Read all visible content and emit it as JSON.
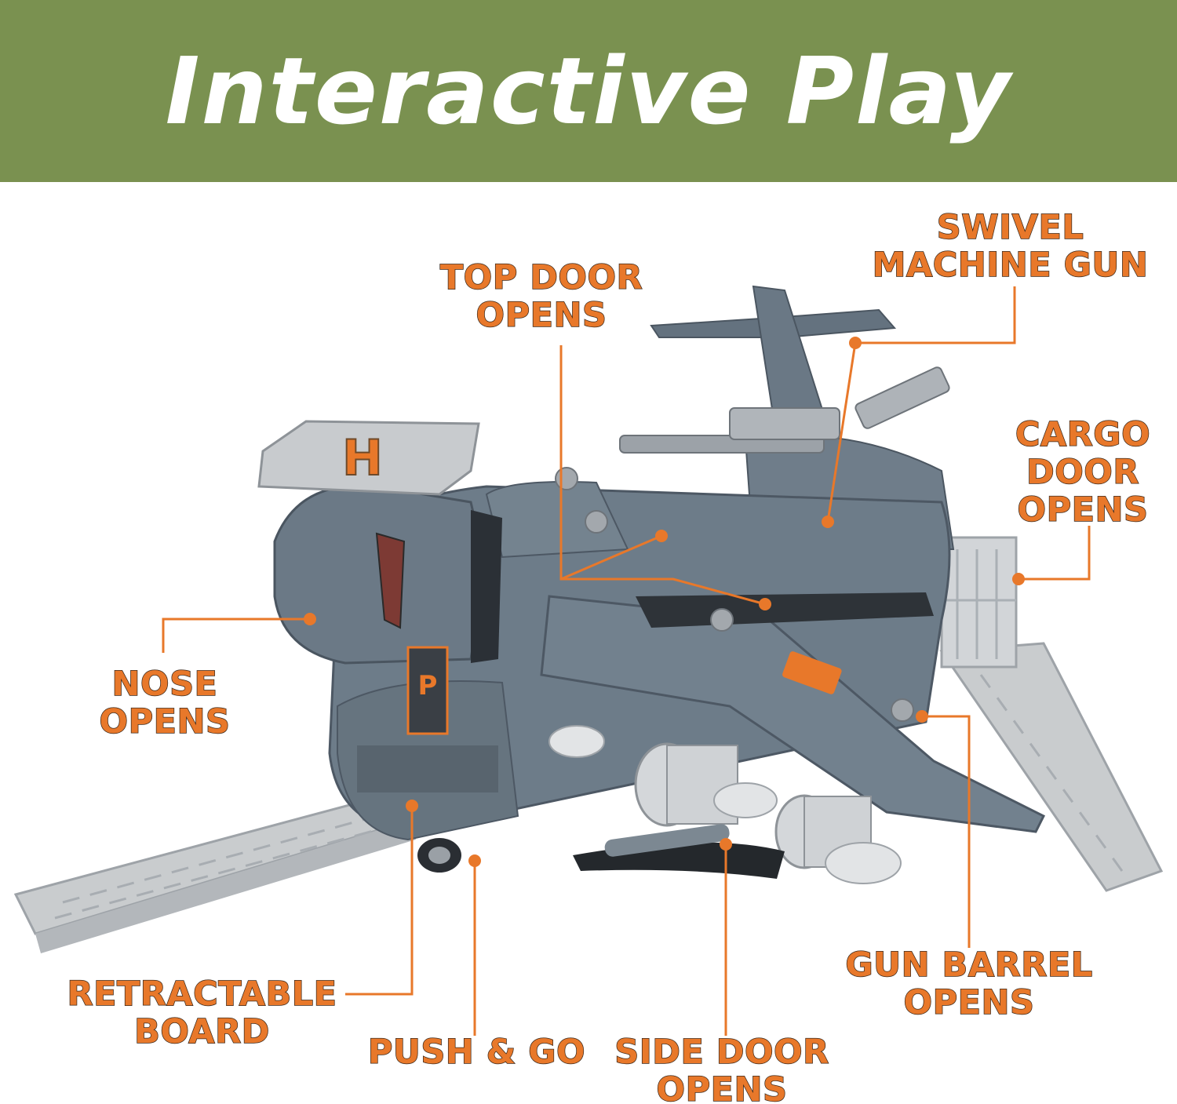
{
  "banner": {
    "title": "Interactive Play",
    "color": "#7a9150"
  },
  "accent_color": "#e8782a",
  "callouts": {
    "top_door": [
      "TOP DOOR",
      "OPENS"
    ],
    "swivel_gun": [
      "SWIVEL",
      "MACHINE GUN"
    ],
    "cargo_door": [
      "CARGO",
      "DOOR",
      "OPENS"
    ],
    "nose": [
      "NOSE",
      "OPENS"
    ],
    "retractable": [
      "RETRACTABLE",
      "BOARD"
    ],
    "push_go": [
      "PUSH & GO"
    ],
    "side_door": [
      "SIDE DOOR",
      "OPENS"
    ],
    "gun_barrel": [
      "GUN BARREL",
      "OPENS"
    ]
  },
  "product": {
    "helipad_letter": "H",
    "badge_letter": "P"
  }
}
